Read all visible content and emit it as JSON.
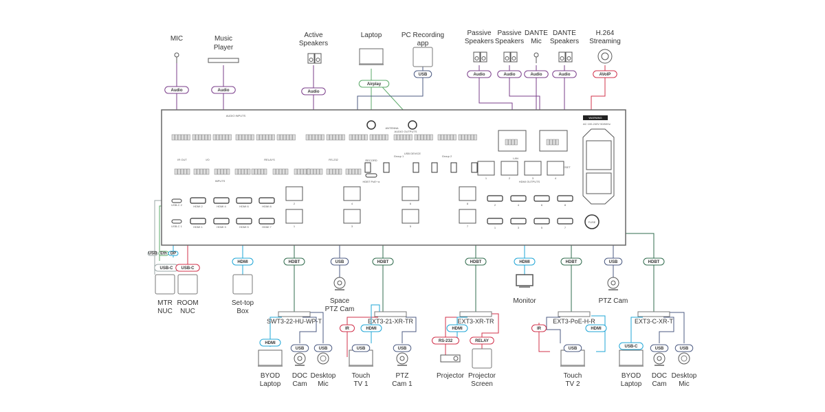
{
  "colors": {
    "audio": "#7a3d8a",
    "hdmi": "#1ea5d6",
    "hdbt": "#2f6b4c",
    "usb": "#4b5a82",
    "red": "#d0304a",
    "grey": "#9aa6a6",
    "green": "#5aa867"
  },
  "top_devices": [
    {
      "label": [
        "MIC"
      ],
      "icon": "microphone-icon"
    },
    {
      "label": [
        "Music",
        "Player"
      ],
      "icon": "music-player-icon"
    },
    {
      "label": [
        "Active",
        "Speakers"
      ],
      "icon": "speaker-icon"
    },
    {
      "label": [
        "Laptop"
      ],
      "icon": "laptop-icon"
    },
    {
      "label": [
        "PC Recording",
        "app"
      ],
      "icon": "pc-icon"
    },
    {
      "label": [
        "Passive",
        "Speakers"
      ],
      "icon": "speaker-icon"
    },
    {
      "label": [
        "Passive",
        "Speakers"
      ],
      "icon": "speaker-icon"
    },
    {
      "label": [
        "DANTE",
        "Mic"
      ],
      "icon": "microphone-icon"
    },
    {
      "label": [
        "DANTE",
        "Speakers"
      ],
      "icon": "speaker-icon"
    },
    {
      "label": [
        "H.264",
        "Streaming"
      ],
      "icon": "streaming-icon"
    }
  ],
  "bottom_devices": [
    {
      "label": [
        "MTR",
        "NUC"
      ],
      "icon": "pc-icon"
    },
    {
      "label": [
        "ROOM",
        "NUC"
      ],
      "icon": "pc-icon"
    },
    {
      "label": [
        "Set-top",
        "Box"
      ],
      "icon": "settop-box-icon"
    },
    {
      "label": [
        "Space",
        "PTZ Cam"
      ],
      "icon": "camera-icon"
    },
    {
      "label": [
        "Monitor"
      ],
      "icon": "monitor-icon"
    },
    {
      "label": [
        "PTZ Cam"
      ],
      "icon": "camera-icon"
    },
    {
      "label": [
        "BYOD",
        "Laptop"
      ],
      "icon": "laptop-icon"
    },
    {
      "label": [
        "DOC",
        "Cam"
      ],
      "icon": "camera-icon"
    },
    {
      "label": [
        "Desktop",
        "Mic"
      ],
      "icon": "desktop-mic-icon"
    },
    {
      "label": [
        "Touch",
        "TV 1"
      ],
      "icon": "touch-tv-icon"
    },
    {
      "label": [
        "PTZ",
        "Cam 1"
      ],
      "icon": "camera-icon"
    },
    {
      "label": [
        "Projector"
      ],
      "icon": "projector-icon"
    },
    {
      "label": [
        "Projector",
        "Screen"
      ],
      "icon": "screen-icon"
    },
    {
      "label": [
        "Touch",
        "TV 2"
      ],
      "icon": "touch-tv-icon"
    },
    {
      "label": [
        "BYOD",
        "Laptop"
      ],
      "icon": "laptop-icon"
    },
    {
      "label": [
        "DOC",
        "Cam"
      ],
      "icon": "camera-icon"
    },
    {
      "label": [
        "Desktop",
        "Mic"
      ],
      "icon": "desktop-mic-icon"
    }
  ],
  "extenders": [
    "SWT3-22-HU-WP-T",
    "EXT3-21-XR-TR",
    "EXT3-XR-TR",
    "EXT3-PoE-H-R",
    "EXT3-C-XR-T"
  ],
  "badges": [
    {
      "label": "Audio",
      "color": "audio"
    },
    {
      "label": "Audio",
      "color": "audio"
    },
    {
      "label": "Audio",
      "color": "audio"
    },
    {
      "label": "Airplay",
      "color": "green"
    },
    {
      "label": "USB",
      "color": "usb"
    },
    {
      "label": "Audio",
      "color": "audio"
    },
    {
      "label": "Audio",
      "color": "audio"
    },
    {
      "label": "Audio",
      "color": "audio"
    },
    {
      "label": "Audio",
      "color": "audio"
    },
    {
      "label": "AVoIP",
      "color": "red"
    },
    {
      "label": "USB",
      "color": "grey"
    },
    {
      "label": "Eth",
      "color": "green"
    },
    {
      "label": "DP",
      "color": "hdmi"
    },
    {
      "label": "USB-C",
      "color": "grey"
    },
    {
      "label": "USB-C",
      "color": "red"
    },
    {
      "label": "HDMI",
      "color": "hdmi"
    },
    {
      "label": "HDBT",
      "color": "hdbt"
    },
    {
      "label": "USB",
      "color": "usb"
    },
    {
      "label": "HDBT",
      "color": "hdbt"
    },
    {
      "label": "HDBT",
      "color": "hdbt"
    },
    {
      "label": "HDMI",
      "color": "hdmi"
    },
    {
      "label": "HDBT",
      "color": "hdbt"
    },
    {
      "label": "USB",
      "color": "usb"
    },
    {
      "label": "HDBT",
      "color": "hdbt"
    },
    {
      "label": "HDMI",
      "color": "hdmi"
    },
    {
      "label": "USB",
      "color": "usb"
    },
    {
      "label": "USB",
      "color": "usb"
    },
    {
      "label": "IR",
      "color": "red"
    },
    {
      "label": "HDMI",
      "color": "hdmi"
    },
    {
      "label": "USB",
      "color": "usb"
    },
    {
      "label": "USB",
      "color": "usb"
    },
    {
      "label": "RS-232",
      "color": "red"
    },
    {
      "label": "HDMI",
      "color": "hdmi"
    },
    {
      "label": "RELAY",
      "color": "red"
    },
    {
      "label": "IR",
      "color": "red"
    },
    {
      "label": "USB",
      "color": "usb"
    },
    {
      "label": "HDMI",
      "color": "hdmi"
    },
    {
      "label": "USB-C",
      "color": "hdmi"
    },
    {
      "label": "USB",
      "color": "usb"
    },
    {
      "label": "USB",
      "color": "usb"
    }
  ],
  "panel": {
    "audio_inputs": "AUDIO INPUTS",
    "audio_outputs": "AUDIO OUTPUTS",
    "antenna": "ANTENNA",
    "ir_out": "IR OUT",
    "io": "I/O",
    "relays": "RELAYS",
    "rs232": "RS-232",
    "record": "RECORD",
    "usb_device": "USB DEVICE",
    "group1": "Group 1",
    "group2": "Group 2",
    "inputs": "INPUTS",
    "hdbt": "HDBT PoE+ ▸",
    "lan": "LAN",
    "hdmi_outputs": "HDMI OUTPUTS",
    "reset": "RESET",
    "fuse": "FUSE",
    "ac": "AC 100-240V 50/60Hz",
    "warning": "WARNING",
    "usbc2": "USB-C 2",
    "usbc1": "USB-C 1",
    "hdmi_in_top": [
      "HDMI 2",
      "HDMI 4",
      "HDMI 6",
      "HDMI 8"
    ],
    "hdmi_in_bot": [
      "HDMI 1",
      "HDMI 3",
      "HDMI 5",
      "HDMI 7"
    ],
    "hdbt_top": [
      "2",
      "4",
      "6",
      "8"
    ],
    "hdbt_bot": [
      "1",
      "3",
      "5",
      "7"
    ],
    "hdmi_out_top": [
      "2",
      "4",
      "6",
      "8"
    ],
    "hdmi_out_bot": [
      "1",
      "3",
      "5",
      "7"
    ],
    "lan_ports": [
      "1",
      "2",
      "3",
      "4"
    ],
    "poe": "PoE"
  }
}
